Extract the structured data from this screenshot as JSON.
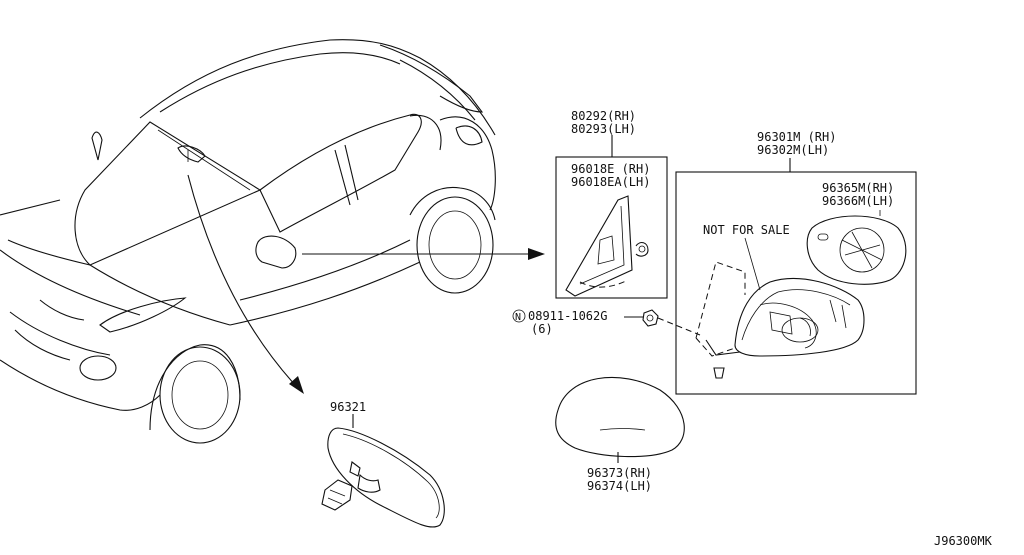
{
  "diagram_code": "J96300MK",
  "labels": {
    "inner_mirror": "96321",
    "base_rh": "80292(RH)",
    "base_lh": "80293(LH)",
    "cover_rh": "96018E (RH)",
    "cover_lh": "96018EA(LH)",
    "assy_rh": "96301M (RH)",
    "assy_lh": "96302M(LH)",
    "glass_rh": "96365M(RH)",
    "glass_lh": "96366M(LH)",
    "not_for_sale": "NOT FOR SALE",
    "nut_symbol": "N",
    "nut_part": "08911-1062G",
    "nut_qty": "(6)",
    "cap_rh": "96373(RH)",
    "cap_lh": "96374(LH)"
  }
}
